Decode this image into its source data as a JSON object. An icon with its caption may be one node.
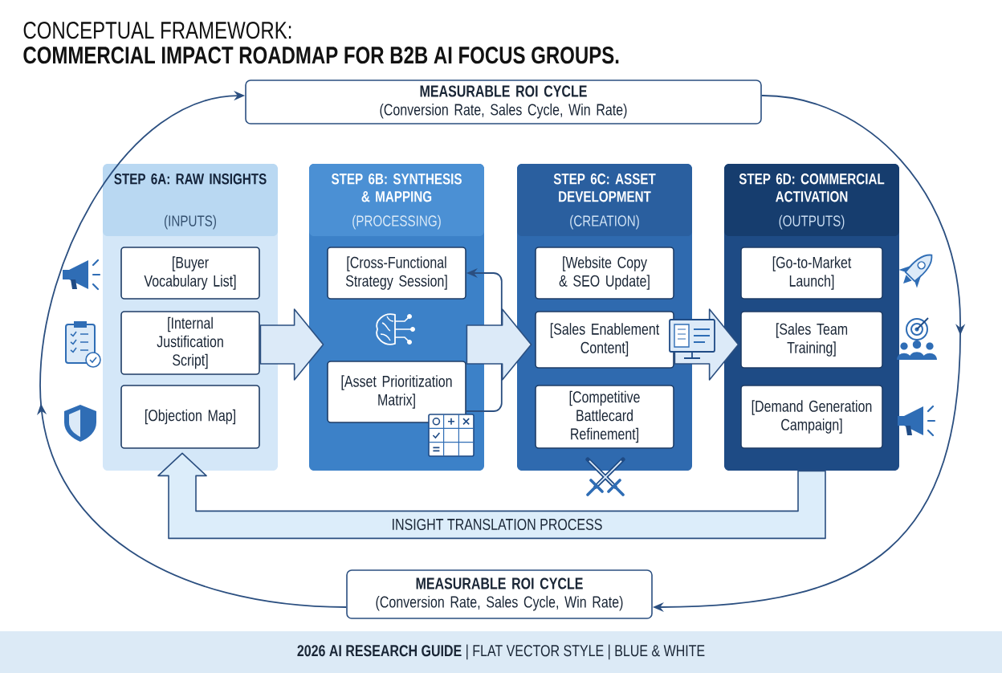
{
  "diagram": {
    "title": "COMMERCIAL IMPACT ROADMAP FOR B2B AI FOCUS GROUPS.",
    "caption": "**2026 AI RESEARCH GUIDE** | FLAT VECTOR STYLE | BLUE & WHITE",
    "nodes": [
      {
        "text": [
          "MEASURABLE ROI CYCLE",
          "(Conversion Rate, Sales Cycle, Win Rate)"
        ]
      },
      {
        "text": [
          "STEP 6A: RAW INSIGHTS",
          "(INPUTS)"
        ]
      },
      {
        "text": [
          "[Buyer Vocabulary List]"
        ],
        "in": 1
      },
      {
        "text": [
          "[Internal Justification Script]"
        ],
        "in": 1
      },
      {
        "text": [
          "[Objection Map]"
        ],
        "in": 1
      },
      {
        "text": [
          "STEP 6B: SYNTHESIS & MAPPING",
          "(PROCESSING)"
        ]
      },
      {
        "text": [
          "[Cross-Functional Strategy Session]"
        ],
        "in": 5
      },
      {
        "text": [
          "[Asset Prioritization Matrix]"
        ],
        "in": 5
      },
      {
        "text": [
          "STEP 6C: ASSET DEVELOPMENT",
          "(CREATION)"
        ]
      },
      {
        "text": [
          "[Website Copy & SEO Update]"
        ],
        "in": 8
      },
      {
        "text": [
          "[Sales Enablement Content]"
        ],
        "in": 8
      },
      {
        "text": [
          "[Competitive Battlecard Refinement]"
        ],
        "in": 8
      },
      {
        "text": [
          "STEP 6D: COMMERCIAL ACTIVATION",
          "(OUTPUTS)"
        ]
      },
      {
        "text": [
          "[Go-to-Market Launch]"
        ],
        "in": 12
      },
      {
        "text": [
          "[Sales Team Training]"
        ],
        "in": 12
      },
      {
        "text": [
          "[Demand Generation Campaign]"
        ],
        "in": 12
      },
      {
        "text": [
          "MEASURABLE ROI CYCLE",
          "(Conversion Rate, Sales Cycle, Win Rate)"
        ]
      }
    ],
    "edges": [
      {
        "from": 0,
        "to": 16,
        "arrow": "to"
      },
      {
        "from": 16,
        "to": 0,
        "arrow": "to"
      },
      {
        "from": 1,
        "to": 5,
        "arrow": "to",
        "style": "thick"
      },
      {
        "from": 5,
        "to": 8,
        "arrow": "to",
        "style": "thick"
      },
      {
        "from": 8,
        "to": 12,
        "arrow": "to",
        "style": "thick"
      },
      {
        "from": 7,
        "to": 6,
        "arrow": "to"
      },
      {
        "from": 12,
        "to": 1,
        "arrow": "to",
        "style": "thick",
        "label": "INSIGHT TRANSLATION PROCESS"
      }
    ],
    "labels": [
      "CONCEPTUAL FRAMEWORK:"
    ]
  }
}
